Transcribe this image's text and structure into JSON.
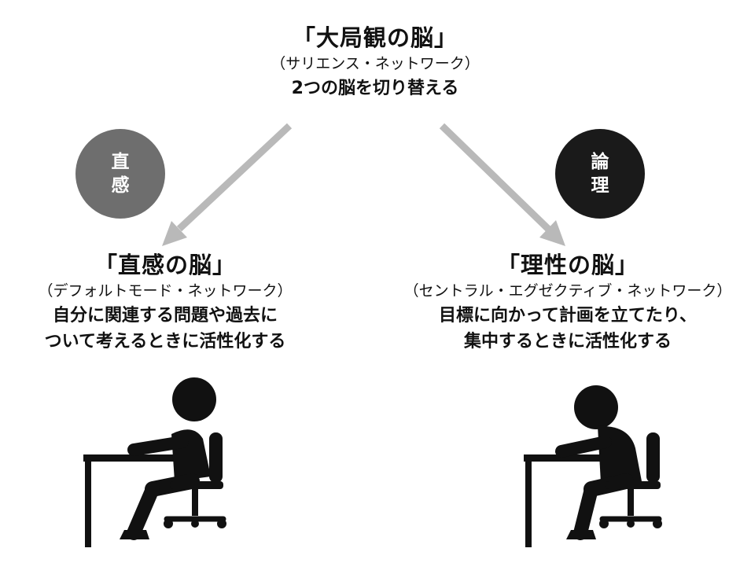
{
  "top": {
    "title": "「大局観の脳」",
    "subtitle": "（サリエンス・ネットワーク）",
    "description": "2つの脳を切り替える"
  },
  "left": {
    "badge": "直感",
    "title": "「直感の脳」",
    "subtitle": "（デフォルトモード・ネットワーク）",
    "description_line1": "自分に関連する問題や過去に",
    "description_line2": "ついて考えるときに活性化する"
  },
  "right": {
    "badge": "論理",
    "title": "「理性の脳」",
    "subtitle": "（セントラル・エグゼクティブ・ネットワーク）",
    "description_line1": "目標に向かって計画を立てたり、",
    "description_line2": "集中するときに活性化する"
  },
  "colors": {
    "arrow": "#b9b9b9",
    "intuition_circle": "#6e6e6e",
    "logic_circle": "#1a1a1a",
    "figure": "#111111"
  },
  "icons": {
    "left_figure": "person-relaxed-at-desk-icon",
    "right_figure": "person-focused-at-desk-icon"
  }
}
